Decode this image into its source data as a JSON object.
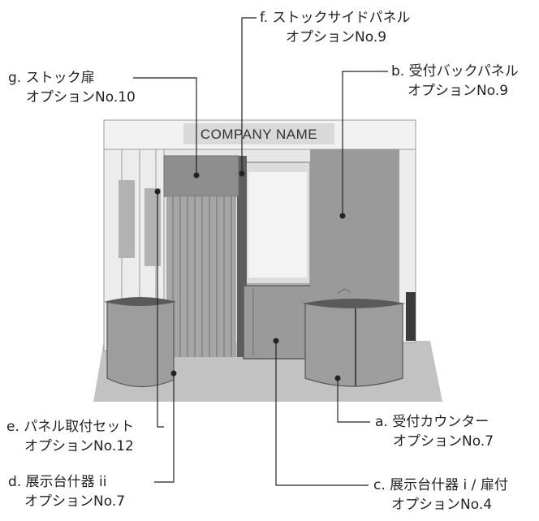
{
  "booth": {
    "fascia_text": "COMPANY NAME"
  },
  "callouts": [
    {
      "id": "f",
      "line1": "f. ストックサイドパネル",
      "line2": "オプションNo.9"
    },
    {
      "id": "b",
      "line1": "b. 受付バックパネル",
      "line2": "オプションNo.9"
    },
    {
      "id": "g",
      "line1": "g. ストック扉",
      "line2": "オプションNo.10"
    },
    {
      "id": "e",
      "line1": "e. パネル取付セット",
      "line2": "オプションNo.12"
    },
    {
      "id": "d",
      "line1": "d. 展示台什器 ii",
      "line2": "オプションNo.7"
    },
    {
      "id": "a",
      "line1": "a. 受付カウンター",
      "line2": "オプションNo.7"
    },
    {
      "id": "c",
      "line1": "c. 展示台什器 i / 扉付",
      "line2": "オプションNo.4"
    }
  ],
  "colors": {
    "panel_dark": "#8a8a8a",
    "panel_mid": "#a5a5a5",
    "panel_light": "#d2d2d2",
    "line": "#222222"
  }
}
